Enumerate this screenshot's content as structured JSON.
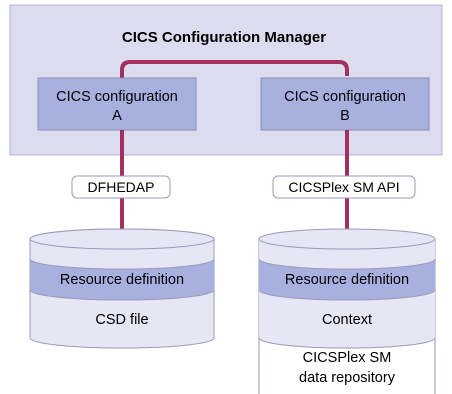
{
  "title": "CICS Configuration Manager",
  "config_a": {
    "line1": "CICS configuration",
    "line2": "A"
  },
  "config_b": {
    "line1": "CICS configuration",
    "line2": "B"
  },
  "api_a": "DFHEDAP",
  "api_b": "CICSPlex SM API",
  "store_a": {
    "band": "Resource definition",
    "name": "CSD file"
  },
  "store_b": {
    "band": "Resource definition",
    "name": "Context",
    "caption1": "CICSPlex SM",
    "caption2": "data repository"
  },
  "colors": {
    "outer_fill": "#dcdcee",
    "box_fill": "#a8b0e0",
    "cyl_light": "#e6e6f4",
    "cyl_band": "#a8b0e0",
    "arrow": "#a0305e",
    "stroke": "#9a9ab8"
  }
}
